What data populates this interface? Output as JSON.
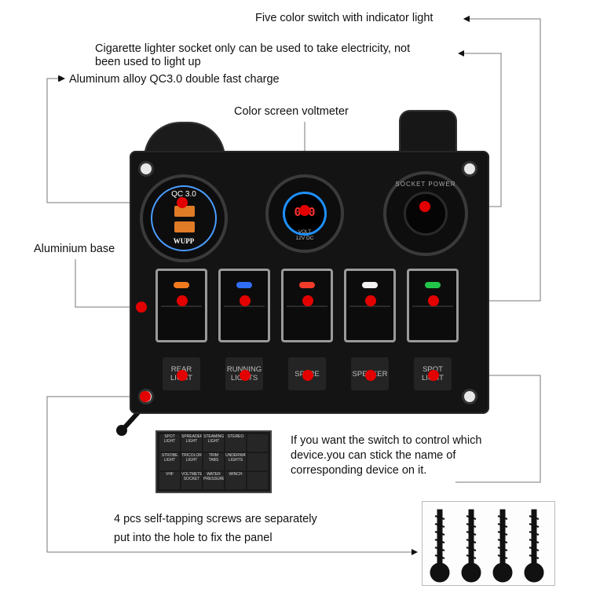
{
  "labels": {
    "five_color_switch": "Five color switch with indicator light",
    "cigarette_line1": "Cigarette lighter socket only can be used to take electricity, not",
    "cigarette_line2": "been used to light up",
    "qc_charger": "Aluminum alloy QC3.0 double fast charge",
    "voltmeter": "Color screen voltmeter",
    "aluminium_base": "Aluminium base",
    "sticker_line1": "If you want the switch to control which",
    "sticker_line2": "device.you can stick the name of",
    "sticker_line3": "corresponding device on it.",
    "screws_line1": "4 pcs self-tapping screws are separately",
    "screws_line2": "put into the hole to fix the panel"
  },
  "panel": {
    "usb_qc": "QC 3.0",
    "usb_brand": "WUPP",
    "volt_digits": "0.0",
    "volt_text1": "VOLT",
    "volt_text2": "12V DC",
    "socket_text": "SOCKET POWER",
    "led_colors": [
      "#f07a1e",
      "#2f6ef5",
      "#f03c2a",
      "#f2f2f2",
      "#22c44a"
    ],
    "switch_tags": [
      [
        "REAR",
        "LIGHT"
      ],
      [
        "RUNNING",
        "LIGHTS"
      ],
      [
        "SPARE",
        ""
      ],
      [
        "SPEAKER",
        ""
      ],
      [
        "SPOT",
        "LIGHT"
      ]
    ]
  },
  "sticker_sheet": [
    "SPOT LIGHT",
    "SPREADER LIGHT",
    "STEAMING LIGHT",
    "STEREO",
    "",
    "STROBE LIGHT",
    "TRICOLOR LIGHT",
    "TRIM TABS",
    "UNDERWATER LIGHTS",
    "",
    "VHF",
    "VOLTMETER SOCKET",
    "WATER PRESSURE",
    "WINCH",
    ""
  ]
}
